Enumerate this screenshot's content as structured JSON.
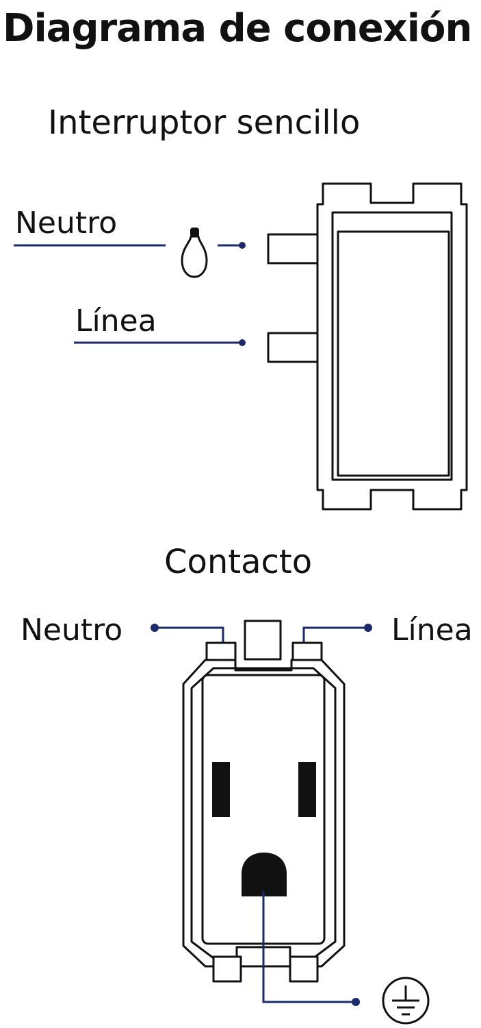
{
  "title": "Diagrama de conexión",
  "switch_section": {
    "heading": "Interruptor sencillo",
    "neutral_label": "Neutro",
    "line_label": "Línea"
  },
  "outlet_section": {
    "heading": "Contacto",
    "neutral_label": "Neutro",
    "line_label": "Línea"
  },
  "colors": {
    "wire": "#1a2a6c",
    "outline": "#111111",
    "background": "#ffffff"
  },
  "icons": [
    "light-bulb-icon",
    "ground-symbol-icon"
  ]
}
